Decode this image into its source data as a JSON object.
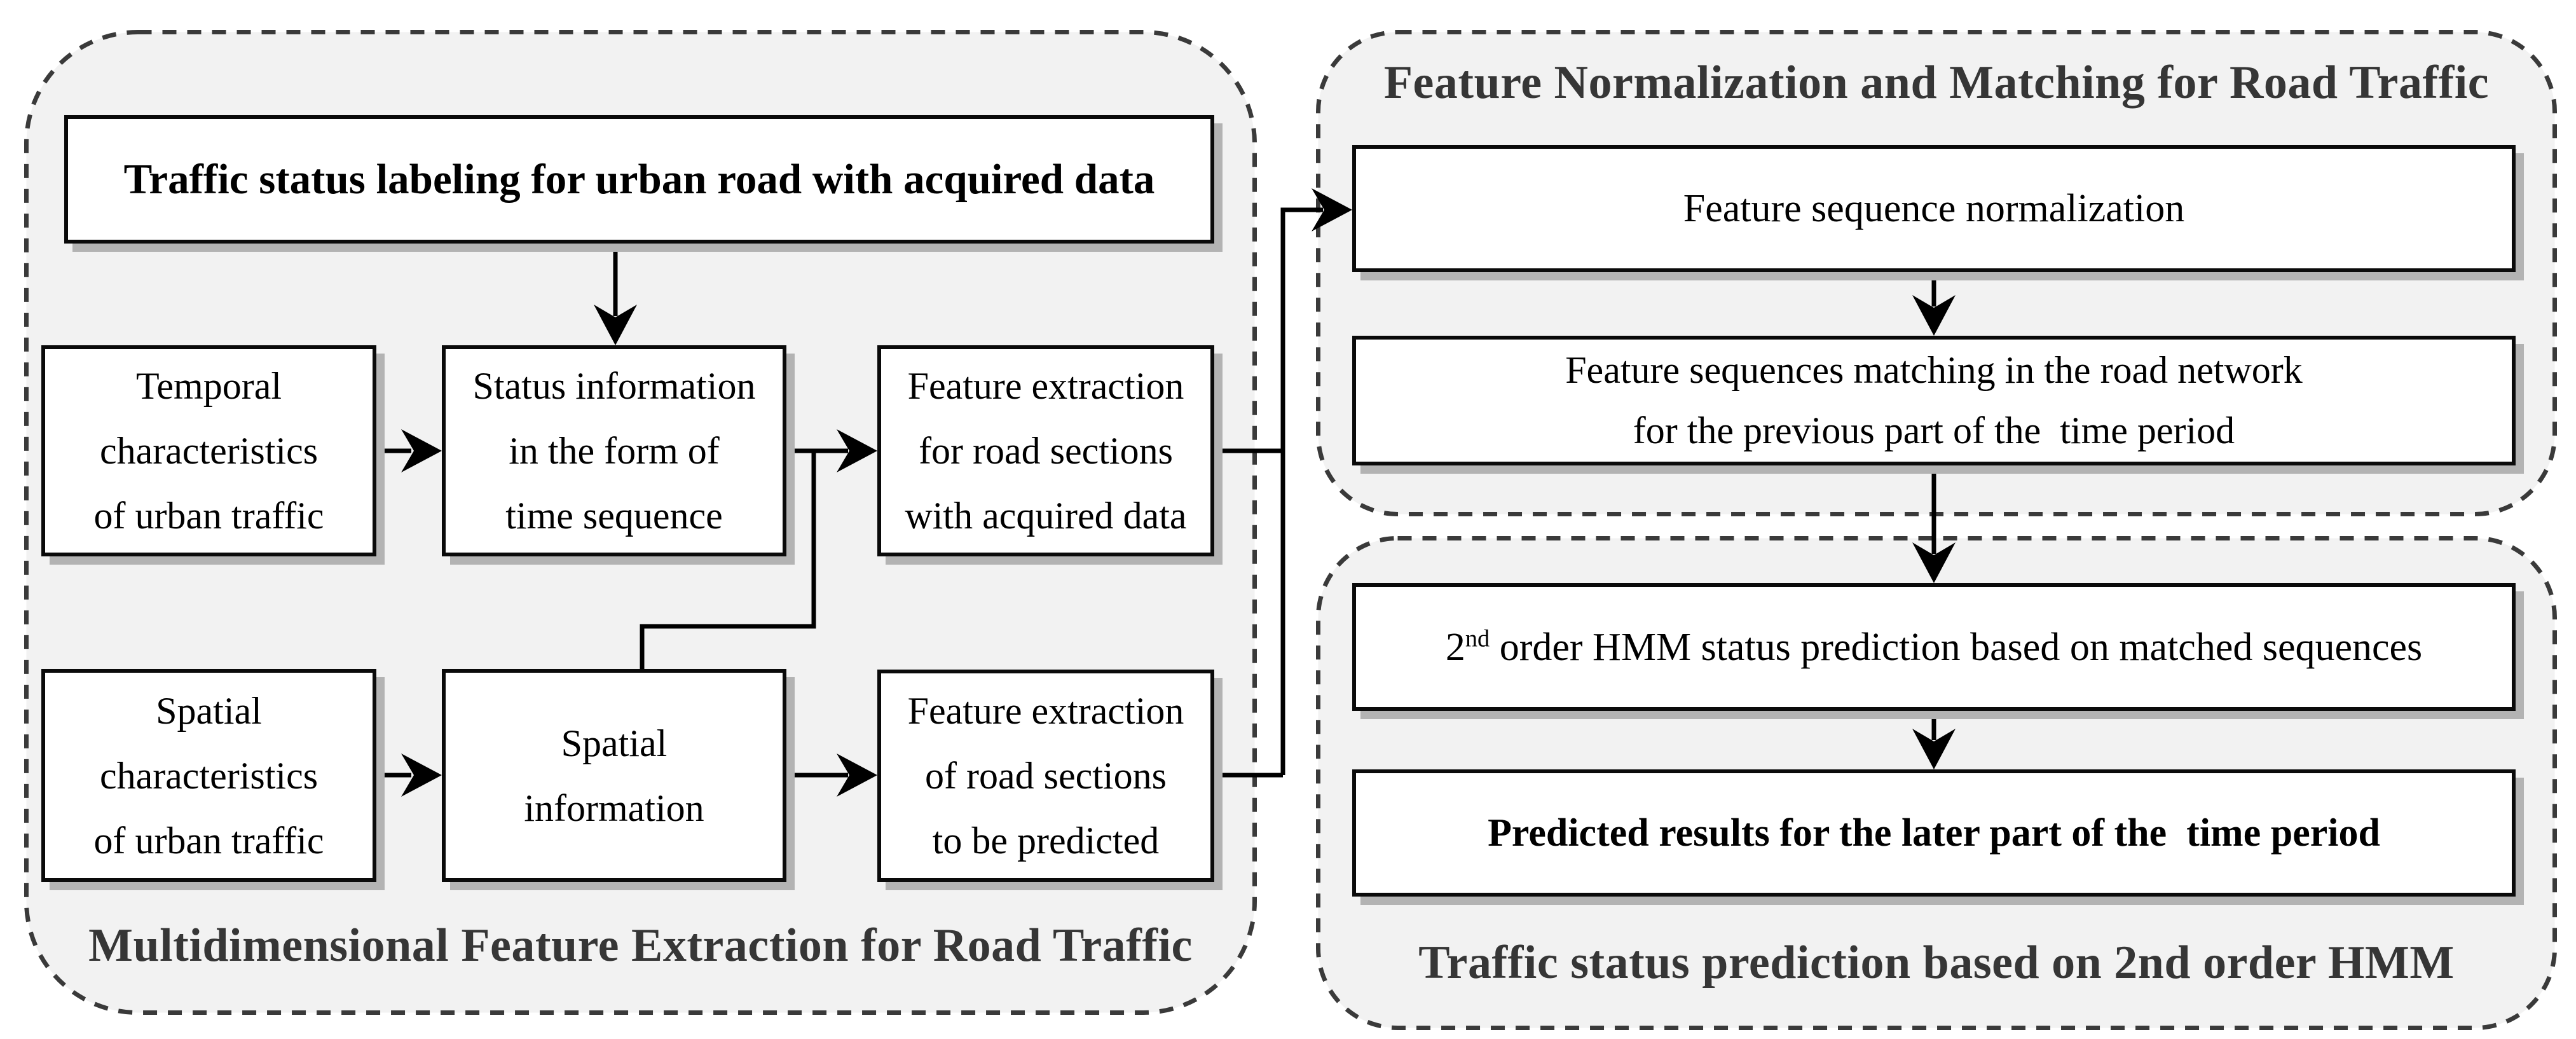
{
  "left_panel": {
    "title": "Multidimensional Feature Extraction for Road Traffic",
    "boxes": {
      "labeling": {
        "text": "Traffic status labeling for urban road with acquired data"
      },
      "temporal": {
        "lines": [
          "Temporal",
          "characteristics",
          "of urban traffic"
        ]
      },
      "status_info": {
        "lines": [
          "Status information",
          "in the form of",
          "time sequence"
        ]
      },
      "feat_acquired": {
        "lines": [
          "Feature extraction",
          "for road sections",
          "with acquired data"
        ]
      },
      "spatial_char": {
        "lines": [
          "Spatial",
          "characteristics",
          "of urban traffic"
        ]
      },
      "spatial_info": {
        "lines": [
          "Spatial",
          "information"
        ]
      },
      "feat_predicted": {
        "lines": [
          "Feature extraction",
          "of road sections",
          "to be predicted"
        ]
      }
    }
  },
  "top_right_panel": {
    "title": "Feature Normalization and Matching for Road Traffic",
    "boxes": {
      "normalization": {
        "text": "Feature sequence normalization"
      },
      "matching": {
        "lines": [
          "Feature sequences matching in the road network",
          "for the previous part of the  time period"
        ]
      }
    }
  },
  "bottom_right_panel": {
    "title": "Traffic status prediction based on 2nd order HMM",
    "boxes": {
      "hmm_prediction": {
        "base": "2",
        "superscript": "nd",
        "rest": " order HMM status prediction based on matched sequences"
      },
      "predicted_results": {
        "text": "Predicted results for the later part of the  time period"
      }
    }
  },
  "colors": {
    "panel_fill": "#f2f2f2",
    "dash_color": "#3a3a3a",
    "box_border": "#0a0a0a",
    "box_fill": "#ffffff",
    "shadow_color": "#b3b3b3",
    "text_color": "#000000",
    "title_color": "#363636",
    "arrow_color": "#000000",
    "page_bg": "#ffffff"
  }
}
